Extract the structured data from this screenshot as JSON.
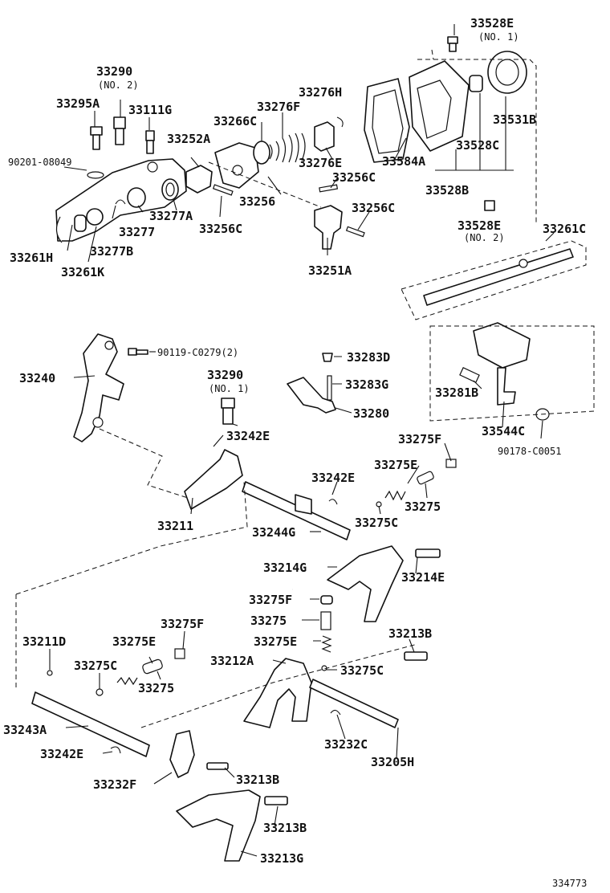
{
  "diagram_id": "334773",
  "labels": {
    "p33528E_1": "33528E",
    "p33528E_1_note": "(NO. 1)",
    "p33290_2": "33290",
    "p33290_2_note": "(NO. 2)",
    "p33295A": "33295A",
    "p33111G": "33111G",
    "p33276H": "33276H",
    "p33276F": "33276F",
    "p33266C": "33266C",
    "p33252A": "33252A",
    "p90201": "90201-08049",
    "p33584A": "33584A",
    "p33531B": "33531B",
    "p33528C": "33528C",
    "p33276E": "33276E",
    "p33256C_a": "33256C",
    "p33256": "33256",
    "p33528B": "33528B",
    "p33277A": "33277A",
    "p33277": "33277",
    "p33256C_b": "33256C",
    "p33256C_c": "33256C",
    "p33528E_2": "33528E",
    "p33528E_2_note": "(NO. 2)",
    "p33261C": "33261C",
    "p33261H": "33261H",
    "p33277B": "33277B",
    "p33261K": "33261K",
    "p33251A": "33251A",
    "p90119": "90119-C0279(2)",
    "p33283D": "33283D",
    "p33240": "33240",
    "p33290_1": "33290",
    "p33290_1_note": "(NO. 1)",
    "p33283G": "33283G",
    "p33281B": "33281B",
    "p33280": "33280",
    "p33544C": "33544C",
    "p33242E_a": "33242E",
    "p90178": "90178-C0051",
    "p33275F_a": "33275F",
    "p33275E_a": "33275E",
    "p33242E_b": "33242E",
    "p33275_a": "33275",
    "p33211": "33211",
    "p33275C_a": "33275C",
    "p33244G": "33244G",
    "p33214G": "33214G",
    "p33214E": "33214E",
    "p33275F_b": "33275F",
    "p33275_b": "33275",
    "p33275F_c": "33275F",
    "p33213B_a": "33213B",
    "p33211D": "33211D",
    "p33275E_b": "33275E",
    "p33275E_c": "33275E",
    "p33212A": "33212A",
    "p33275C_b": "33275C",
    "p33275C_c": "33275C",
    "p33275_c": "33275",
    "p33243A": "33243A",
    "p33232C": "33232C",
    "p33242E_c": "33242E",
    "p33205H": "33205H",
    "p33232F": "33232F",
    "p33213B_b": "33213B",
    "p33213B_c": "33213B",
    "p33213G": "33213G"
  }
}
